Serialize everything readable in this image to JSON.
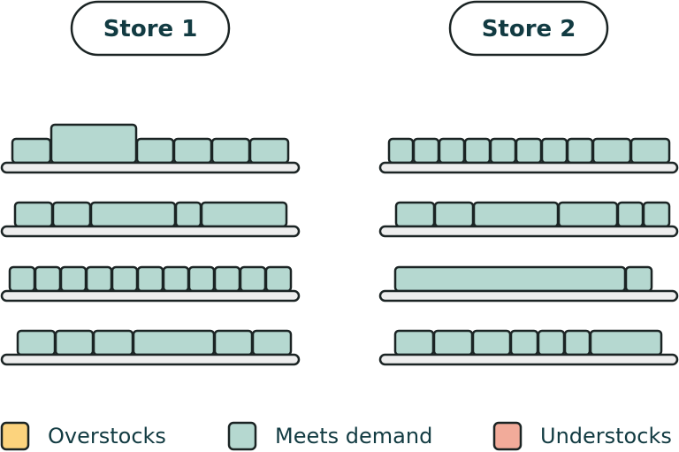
{
  "stores": [
    {
      "label": "Store 1",
      "shelves": [
        {
          "items": [
            {
              "status": "meets",
              "tall": false
            },
            {
              "status": "meets",
              "tall": true
            },
            {
              "status": "meets",
              "tall": false
            },
            {
              "status": "meets",
              "tall": false
            },
            {
              "status": "meets",
              "tall": false
            },
            {
              "status": "meets",
              "tall": false
            }
          ]
        },
        {
          "items": [
            {
              "status": "meets"
            },
            {
              "status": "meets"
            },
            {
              "status": "meets"
            },
            {
              "status": "meets"
            },
            {
              "status": "meets"
            }
          ]
        },
        {
          "items": [
            {
              "status": "meets"
            },
            {
              "status": "meets"
            },
            {
              "status": "meets"
            },
            {
              "status": "meets"
            },
            {
              "status": "meets"
            },
            {
              "status": "meets"
            },
            {
              "status": "meets"
            },
            {
              "status": "meets"
            },
            {
              "status": "meets"
            },
            {
              "status": "meets"
            },
            {
              "status": "meets"
            }
          ]
        },
        {
          "items": [
            {
              "status": "meets"
            },
            {
              "status": "meets"
            },
            {
              "status": "meets"
            },
            {
              "status": "meets"
            },
            {
              "status": "meets"
            },
            {
              "status": "meets"
            }
          ]
        }
      ]
    },
    {
      "label": "Store 2",
      "shelves": [
        {
          "items": [
            {
              "status": "meets"
            },
            {
              "status": "meets"
            },
            {
              "status": "meets"
            },
            {
              "status": "meets"
            },
            {
              "status": "meets"
            },
            {
              "status": "meets"
            },
            {
              "status": "meets"
            },
            {
              "status": "meets"
            },
            {
              "status": "meets"
            },
            {
              "status": "meets"
            }
          ]
        },
        {
          "items": [
            {
              "status": "meets"
            },
            {
              "status": "meets"
            },
            {
              "status": "meets"
            },
            {
              "status": "meets"
            },
            {
              "status": "meets"
            },
            {
              "status": "meets"
            }
          ]
        },
        {
          "items": [
            {
              "status": "meets"
            },
            {
              "status": "meets"
            }
          ]
        },
        {
          "items": [
            {
              "status": "meets"
            },
            {
              "status": "meets"
            },
            {
              "status": "meets"
            },
            {
              "status": "meets"
            },
            {
              "status": "meets"
            },
            {
              "status": "meets"
            },
            {
              "status": "meets"
            }
          ]
        }
      ]
    }
  ],
  "legend": [
    {
      "key": "over",
      "label": "Overstocks",
      "color": "#fcd37d"
    },
    {
      "key": "meets",
      "label": "Meets demand",
      "color": "#b5d8d0"
    },
    {
      "key": "under",
      "label": "Understocks",
      "color": "#f2ab9a"
    }
  ],
  "colors": {
    "outline": "#1b2424",
    "text": "#123b42",
    "shelf": "#eeeeee"
  }
}
